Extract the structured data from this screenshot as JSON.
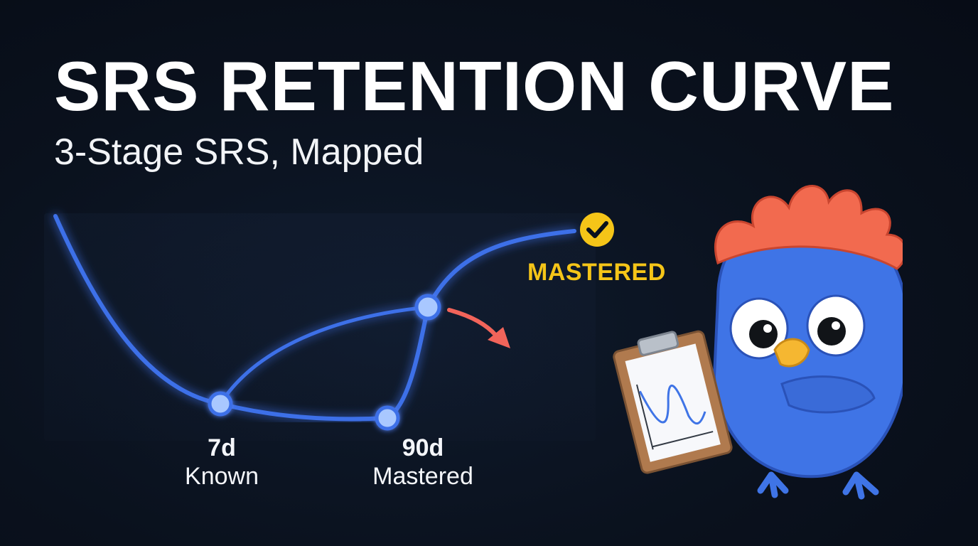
{
  "header": {
    "title": "SRS RETENTION CURVE",
    "subtitle": "3-Stage SRS, Mapped"
  },
  "stages": [
    {
      "interval": "7d",
      "name": "Known"
    },
    {
      "interval": "90d",
      "name": "Mastered"
    }
  ],
  "end_badge": {
    "label": "MASTERED",
    "icon": "check-circle-icon"
  },
  "mascot": {
    "icon": "blue-bird-mascot-with-clipboard-icon"
  },
  "colors": {
    "background": "#0a111d",
    "curve": "#3d6fe8",
    "curve_glow": "#2b5cff",
    "node_fill": "#9cc1ff",
    "arrow": "#f2645a",
    "badge": "#f5c518",
    "mascot_body": "#3f74e6",
    "mascot_crest": "#f26a4f"
  }
}
